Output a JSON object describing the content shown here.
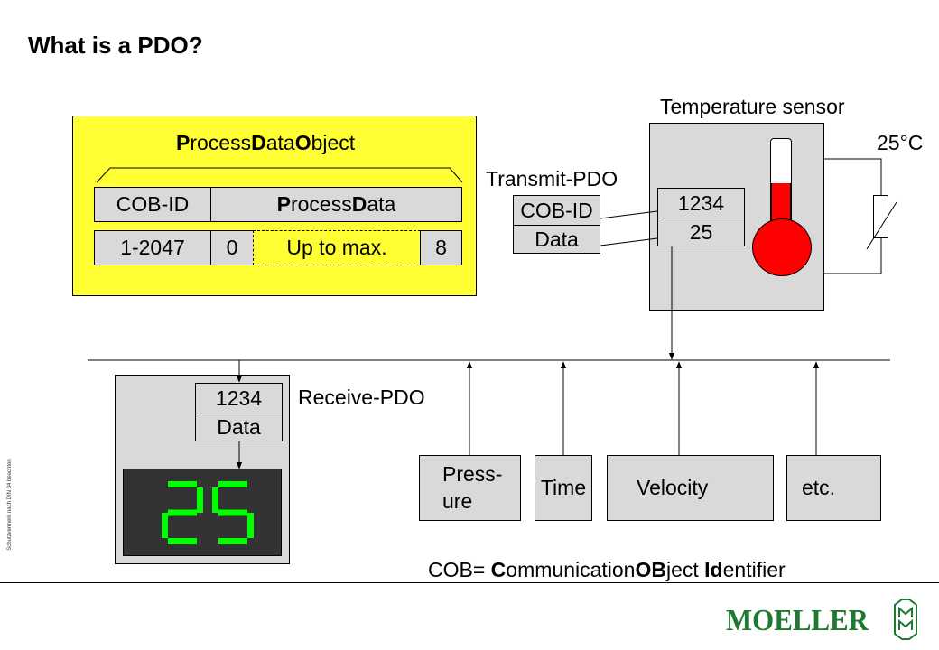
{
  "title": "What is a PDO?",
  "pdo_structure": {
    "heading": [
      {
        "text": "P",
        "bold": true
      },
      {
        "text": "rocess",
        "bold": false
      },
      {
        "text": "D",
        "bold": true
      },
      {
        "text": "ata",
        "bold": false
      },
      {
        "text": "O",
        "bold": true
      },
      {
        "text": "bject",
        "bold": false
      }
    ],
    "cobid_label": "COB-ID",
    "processdata_label": [
      {
        "text": "P",
        "bold": true
      },
      {
        "text": "rocess",
        "bold": false
      },
      {
        "text": "D",
        "bold": true
      },
      {
        "text": "ata",
        "bold": false
      }
    ],
    "cobid_range": "1-2047",
    "bytes_min": "0",
    "bytes_mid": "Up to max.",
    "bytes_max": "8",
    "background_color": "#ffff33"
  },
  "transmit_pdo": {
    "label": "Transmit-PDO",
    "field1": "COB-ID",
    "field2": "Data"
  },
  "sensor": {
    "label": "Temperature sensor",
    "cobid_value": "1234",
    "data_value": "25",
    "temperature": "25°C",
    "mercury_color": "#ff0000"
  },
  "receiver": {
    "label": "Receive-PDO",
    "cobid_value": "1234",
    "data_label": "Data",
    "display_value": "25",
    "display_color": "#00ff00"
  },
  "bus_nodes": [
    {
      "label": "Press-\nure"
    },
    {
      "label": "Time"
    },
    {
      "label": "Velocity"
    },
    {
      "label": "etc."
    }
  ],
  "cob_definition": [
    {
      "text": "COB= ",
      "bold": false
    },
    {
      "text": "C",
      "bold": true
    },
    {
      "text": "ommunication",
      "bold": false
    },
    {
      "text": "OB",
      "bold": true
    },
    {
      "text": "ject ",
      "bold": false
    },
    {
      "text": "Id",
      "bold": true
    },
    {
      "text": "entifier",
      "bold": false
    }
  ],
  "brand": {
    "logo_text": "MOELLER",
    "color": "#1e7a30"
  },
  "side_note": "Schutzvermerk nach DIN 34 beachten"
}
